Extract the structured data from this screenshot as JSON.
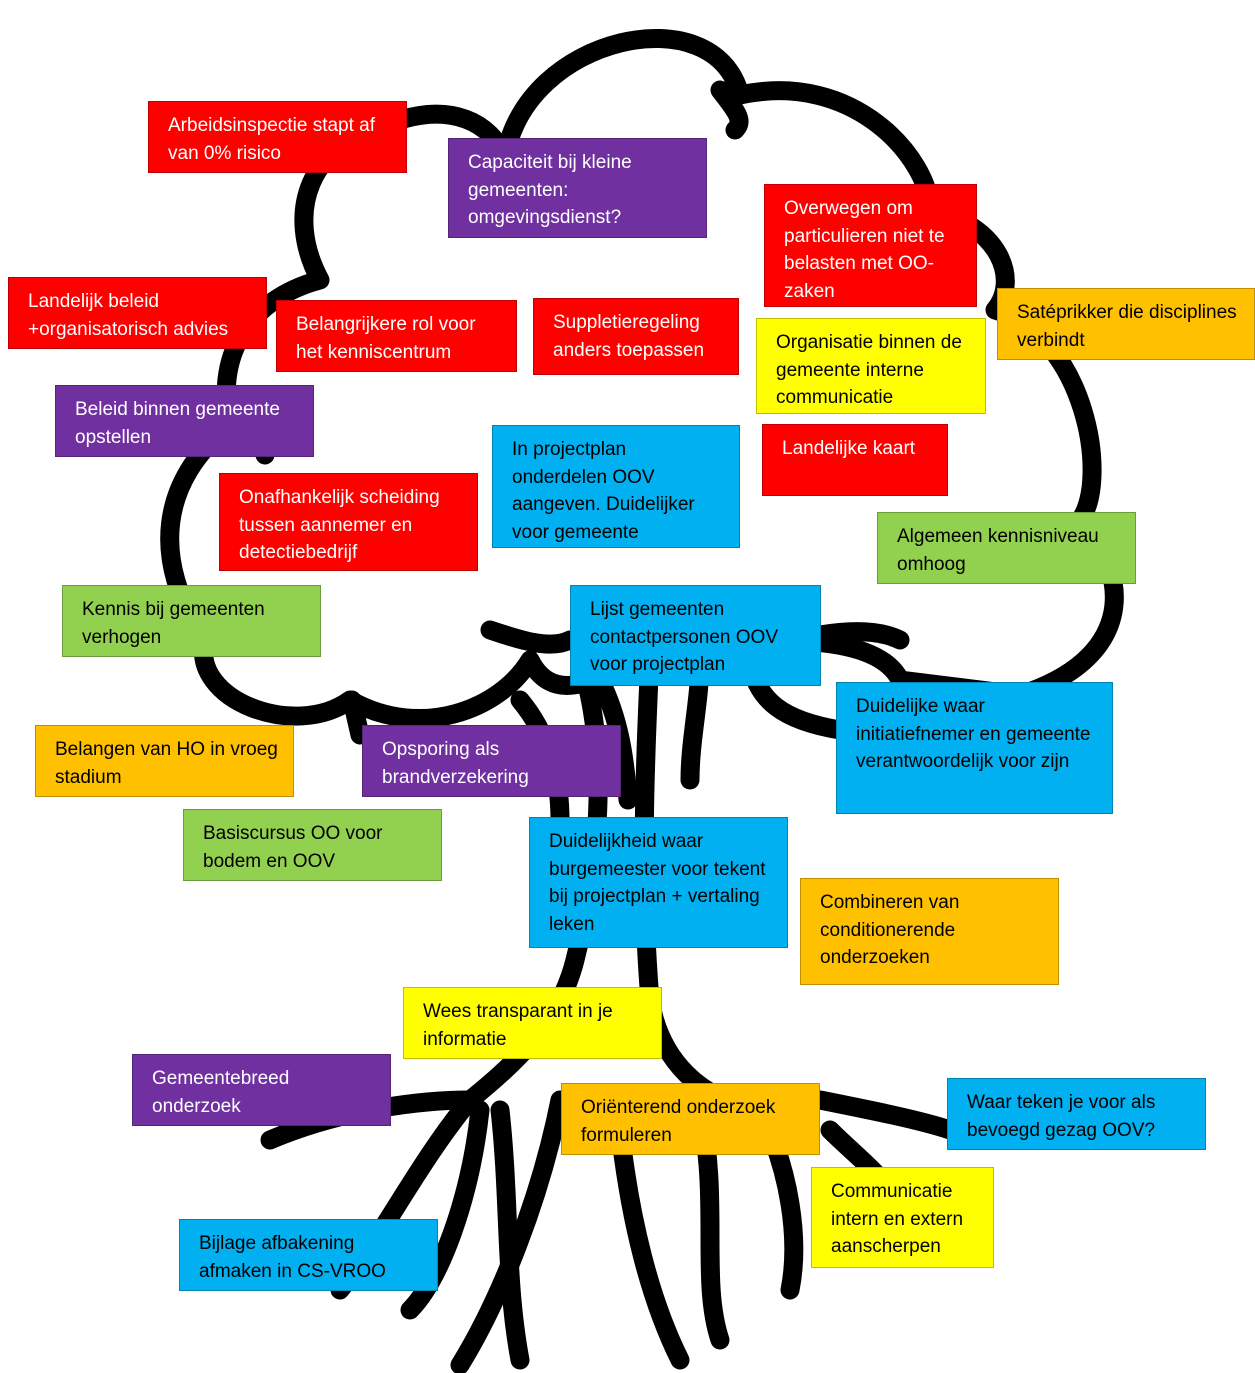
{
  "colors": {
    "red": "#ff0000",
    "purple": "#7030a0",
    "yellow": "#ffff00",
    "orange": "#ffc000",
    "blue": "#00b0f0",
    "green": "#92d050",
    "outline": "#000000"
  },
  "icons": [
    "tree-outline-icon"
  ],
  "notes": {
    "arbeidsinspectie": "Arbeidsinspectie stapt af van 0% risico",
    "capaciteit": "Capaciteit bij kleine gemeenten: omgevingsdienst?",
    "overwegen": "Overwegen om particulieren niet te belasten met OO-zaken",
    "landelijk_beleid": "Landelijk beleid +organisatorisch advies",
    "belangrijkere_rol": "Belangrijkere rol voor het kenniscentrum",
    "suppletieregeling": "Suppletieregeling anders toepassen",
    "satepikker": "Satéprikker die disciplines verbindt",
    "organisatie_intern": "Organisatie binnen de gemeente interne communicatie",
    "beleid_opstellen": "Beleid binnen gemeente opstellen",
    "projectplan_oov": "In projectplan onderdelen OOV aangeven. Duidelijker voor gemeente",
    "landelijke_kaart": "Landelijke kaart",
    "onafhankelijk": "Onafhankelijk scheiding tussen aannemer en detectiebedrijf",
    "kennisniveau": "Algemeen kennisniveau omhoog",
    "kennis_gemeenten": "Kennis bij gemeenten verhogen",
    "lijst_gemeenten": "Lijst gemeenten contactpersonen OOV voor projectplan",
    "duidelijke_waar": "Duidelijke waar initiatiefnemer en gemeente verantwoordelijk voor zijn",
    "belangen_ho": "Belangen van HO in vroeg stadium",
    "opsporing": "Opsporing als brandverzekering",
    "basiscursus": "Basiscursus OO voor bodem en OOV",
    "burgemeester": "Duidelijkheid waar burgemeester voor tekent bij projectplan + vertaling leken",
    "combineren": "Combineren van conditionerende onderzoeken",
    "transparant": "Wees transparant in je informatie",
    "gemeentebreed": "Gemeentebreed onderzoek",
    "orienterend": "Oriënterend onderzoek formuleren",
    "bevoegd_gezag": "Waar teken je voor als bevoegd gezag OOV?",
    "communicatie": "Communicatie intern en extern aanscherpen",
    "bijlage": "Bijlage afbakening afmaken in CS-VROO"
  }
}
